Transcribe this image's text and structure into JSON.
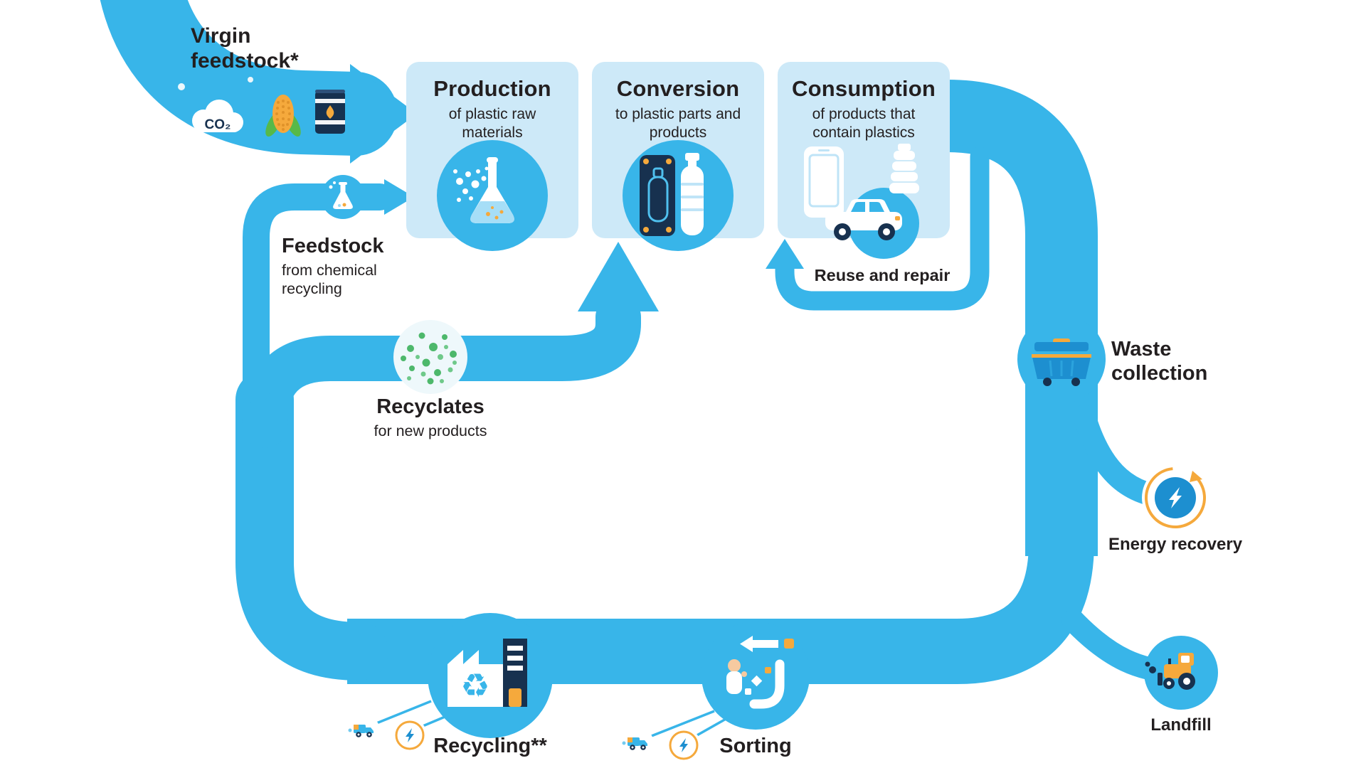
{
  "palette": {
    "flow_blue": "#38b5e9",
    "panel_blue": "#cde9f8",
    "dark_navy": "#17314f",
    "mid_blue": "#1d8fd0",
    "orange": "#f5a93c",
    "green": "#4db86b",
    "text": "#231f20"
  },
  "virgin_feedstock": {
    "label": "Virgin feedstock*",
    "co2": "CO₂"
  },
  "stages": {
    "production": {
      "title": "Production",
      "subtitle": "of plastic raw materials"
    },
    "conversion": {
      "title": "Conversion",
      "subtitle": "to plastic parts and products"
    },
    "consumption": {
      "title": "Consumption",
      "subtitle": "of products that contain plastics"
    }
  },
  "chemical_feedstock": {
    "title": "Feedstock",
    "subtitle": "from chemical recycling"
  },
  "reuse_repair": {
    "label": "Reuse and repair"
  },
  "recyclates": {
    "title": "Recyclates",
    "subtitle": "for new products"
  },
  "waste_collection": {
    "label": "Waste collection"
  },
  "energy_recovery": {
    "label": "Energy recovery"
  },
  "landfill": {
    "label": "Landfill"
  },
  "sorting": {
    "label": "Sorting"
  },
  "recycling": {
    "label": "Recycling**"
  }
}
